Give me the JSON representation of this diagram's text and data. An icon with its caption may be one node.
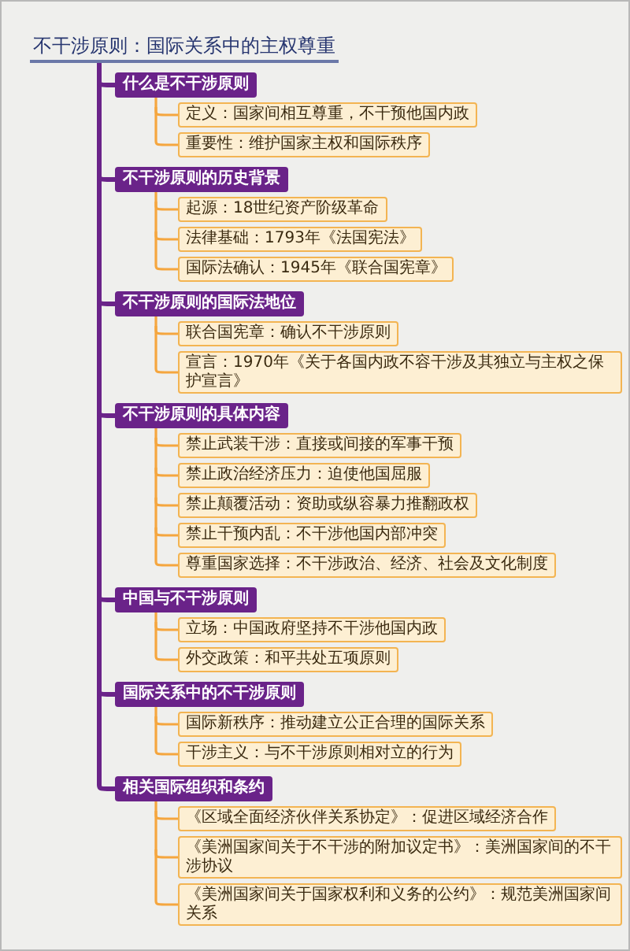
{
  "diagram": {
    "nodes": [
      {
        "text": [
          "不干涉原则：国际关系中的主权尊重"
        ]
      },
      {
        "text": [
          "什么是不干涉原则"
        ]
      },
      {
        "text": [
          "定义：国家间相互尊重，不干预他国内政"
        ]
      },
      {
        "text": [
          "重要性：维护国家主权和国际秩序"
        ]
      },
      {
        "text": [
          "不干涉原则的历史背景"
        ]
      },
      {
        "text": [
          "起源：18世纪资产阶级革命"
        ]
      },
      {
        "text": [
          "法律基础：1793年《法国宪法》"
        ]
      },
      {
        "text": [
          "国际法确认：1945年《联合国宪章》"
        ]
      },
      {
        "text": [
          "不干涉原则的国际法地位"
        ]
      },
      {
        "text": [
          "联合国宪章：确认不干涉原则"
        ]
      },
      {
        "text": [
          "宣言：1970年《关于各国内政不容干涉及其独立与主权之保护宣言》"
        ]
      },
      {
        "text": [
          "不干涉原则的具体内容"
        ]
      },
      {
        "text": [
          "禁止武装干涉：直接或间接的军事干预"
        ]
      },
      {
        "text": [
          "禁止政治经济压力：迫使他国屈服"
        ]
      },
      {
        "text": [
          "禁止颠覆活动：资助或纵容暴力推翻政权"
        ]
      },
      {
        "text": [
          "禁止干预内乱：不干涉他国内部冲突"
        ]
      },
      {
        "text": [
          "尊重国家选择：不干涉政治、经济、社会及文化制度"
        ]
      },
      {
        "text": [
          "中国与不干涉原则"
        ]
      },
      {
        "text": [
          "立场：中国政府坚持不干涉他国内政"
        ]
      },
      {
        "text": [
          "外交政策：和平共处五项原则"
        ]
      },
      {
        "text": [
          "国际关系中的不干涉原则"
        ]
      },
      {
        "text": [
          "国际新秩序：推动建立公正合理的国际关系"
        ]
      },
      {
        "text": [
          "干涉主义：与不干涉原则相对立的行为"
        ]
      },
      {
        "text": [
          "相关国际组织和条约"
        ]
      },
      {
        "text": [
          "《区域全面经济伙伴关系协定》：促进区域经济合作"
        ]
      },
      {
        "text": [
          "《美洲国家间关于不干涉的附加议定书》：美洲国家间的不干涉协议"
        ]
      },
      {
        "text": [
          "《美洲国家间关于国家权利和义务的公约》：规范美洲国家间关系"
        ]
      }
    ],
    "edges": [
      {
        "from": 0,
        "to": 1,
        "arrow": "none",
        "color": "#6a2389"
      },
      {
        "from": 1,
        "to": 2,
        "arrow": "none"
      },
      {
        "from": 1,
        "to": 3,
        "arrow": "none"
      },
      {
        "from": 0,
        "to": 4,
        "arrow": "none",
        "color": "#6a2389"
      },
      {
        "from": 4,
        "to": 5,
        "arrow": "none"
      },
      {
        "from": 4,
        "to": 6,
        "arrow": "none"
      },
      {
        "from": 4,
        "to": 7,
        "arrow": "none"
      },
      {
        "from": 0,
        "to": 8,
        "arrow": "none",
        "color": "#6a2389"
      },
      {
        "from": 8,
        "to": 9,
        "arrow": "none"
      },
      {
        "from": 8,
        "to": 10,
        "arrow": "none"
      },
      {
        "from": 0,
        "to": 11,
        "arrow": "none",
        "color": "#6a2389"
      },
      {
        "from": 11,
        "to": 12,
        "arrow": "none"
      },
      {
        "from": 11,
        "to": 13,
        "arrow": "none"
      },
      {
        "from": 11,
        "to": 14,
        "arrow": "none"
      },
      {
        "from": 11,
        "to": 15,
        "arrow": "none"
      },
      {
        "from": 11,
        "to": 16,
        "arrow": "none"
      },
      {
        "from": 0,
        "to": 17,
        "arrow": "none",
        "color": "#6a2389"
      },
      {
        "from": 17,
        "to": 18,
        "arrow": "none"
      },
      {
        "from": 17,
        "to": 19,
        "arrow": "none"
      },
      {
        "from": 0,
        "to": 20,
        "arrow": "none",
        "color": "#6a2389"
      },
      {
        "from": 20,
        "to": 21,
        "arrow": "none"
      },
      {
        "from": 20,
        "to": 22,
        "arrow": "none"
      },
      {
        "from": 0,
        "to": 23,
        "arrow": "none",
        "color": "#6a2389"
      },
      {
        "from": 23,
        "to": 24,
        "arrow": "none"
      },
      {
        "from": 23,
        "to": 25,
        "arrow": "none"
      },
      {
        "from": 23,
        "to": 26,
        "arrow": "none"
      }
    ]
  }
}
